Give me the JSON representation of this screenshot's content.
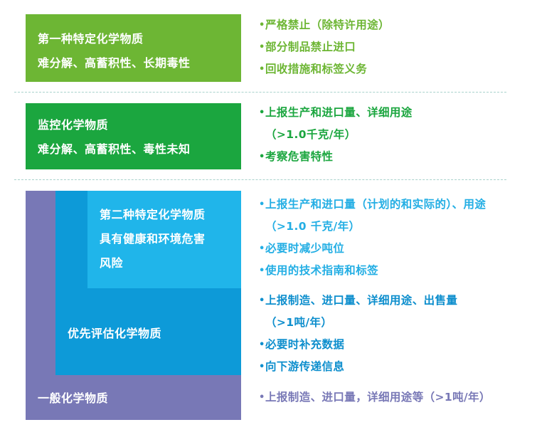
{
  "colors": {
    "first_class": "#6db634",
    "monitoring": "#1ba63f",
    "second_class": "#20b5ea",
    "priority_assessment": "#0d9ad8",
    "general": "#7878b6",
    "divider": "#a9d2cc"
  },
  "categories": {
    "first_class": {
      "title": "第一种特定化学物质",
      "criteria": "难分解、高蓄积性、长期毒性",
      "requirements": [
        "严格禁止（除特许用途）",
        "部分制品禁止进口",
        "回收措施和标签义务"
      ]
    },
    "monitoring": {
      "title": "监控化学物质",
      "criteria": "难分解、高蓄积性、毒性未知",
      "requirements": [
        {
          "text": "上报生产和进口量、详细用途",
          "continuation": "（>1.0千克/年）"
        },
        {
          "text": "考察危害特性"
        }
      ]
    },
    "second_class": {
      "title": "第二种特定化学物质",
      "criteria_line1": "具有健康和环境危害",
      "criteria_line2": "风险",
      "requirements": [
        {
          "text": "上报生产和进口量（计划的和实际的）、用途",
          "continuation": "（>1.0 千克/年）"
        },
        {
          "text": "必要时减少吨位"
        },
        {
          "text": "使用的技术指南和标签"
        }
      ]
    },
    "priority_assessment": {
      "title": "优先评估化学物质",
      "requirements": [
        {
          "text": "上报制造、进口量、详细用途、出售量",
          "continuation": "（>1吨/年）"
        },
        {
          "text": "必要时补充数据"
        },
        {
          "text": "向下游传递信息"
        }
      ]
    },
    "general": {
      "title": "一般化学物质",
      "requirements": [
        {
          "text": "上报制造、进口量，详细用途等（>1吨/年）"
        }
      ]
    }
  },
  "bullet": "•"
}
